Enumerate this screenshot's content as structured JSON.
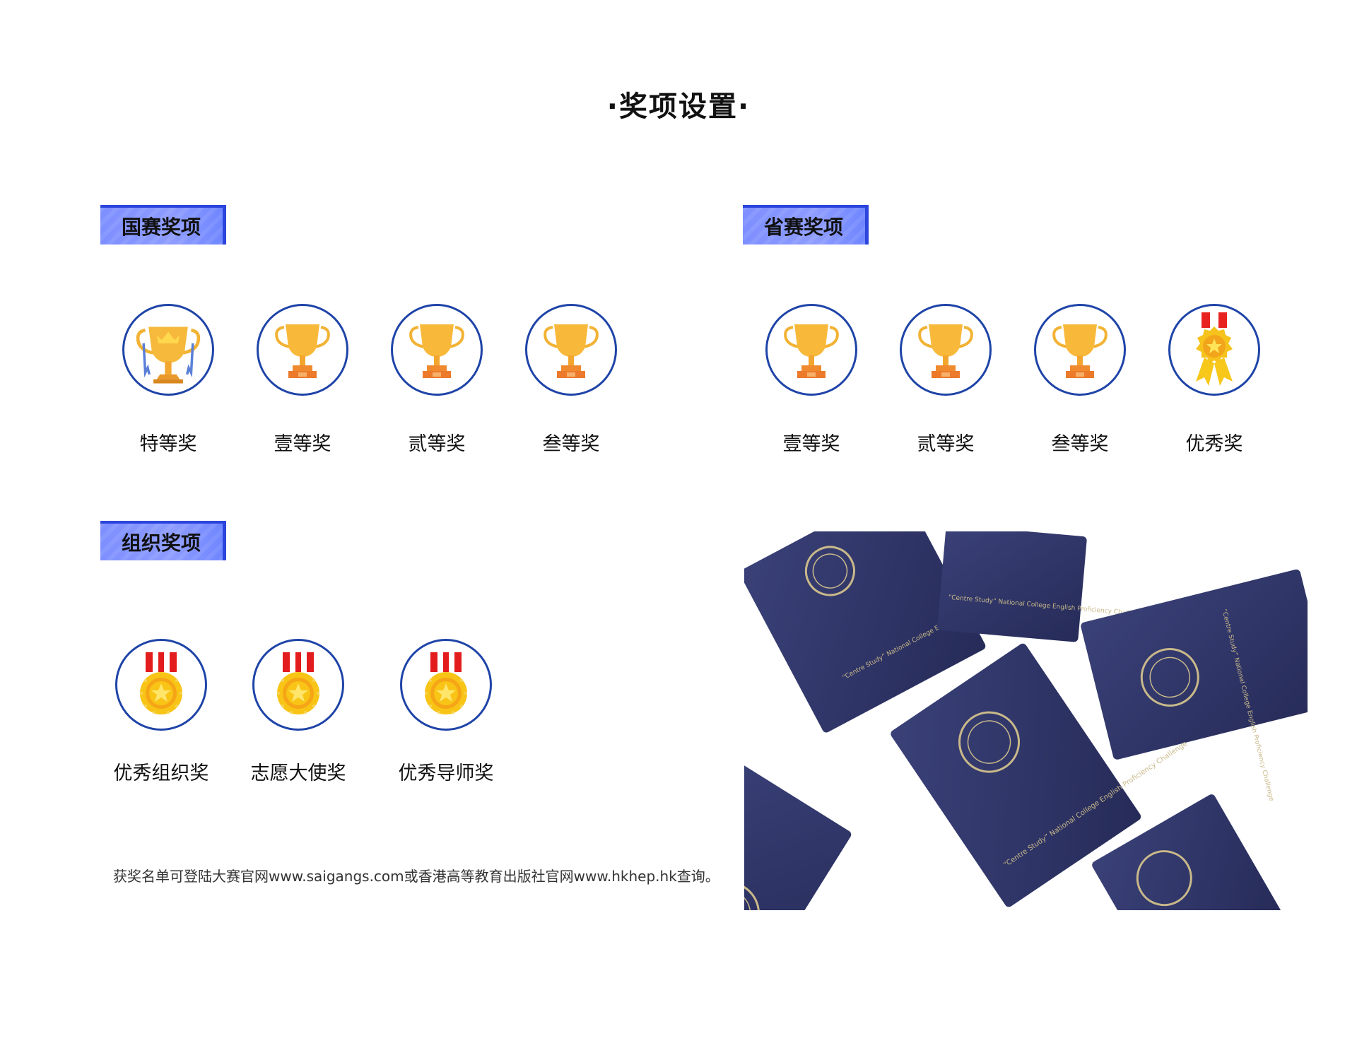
{
  "page": {
    "title": "·奖项设置·"
  },
  "sections": {
    "national": {
      "tag": "国赛奖项",
      "awards": [
        "特等奖",
        "壹等奖",
        "贰等奖",
        "叁等奖"
      ]
    },
    "provincial": {
      "tag": "省赛奖项",
      "awards": [
        "壹等奖",
        "贰等奖",
        "叁等奖",
        "优秀奖"
      ]
    },
    "organization": {
      "tag": "组织奖项",
      "awards": [
        "优秀组织奖",
        "志愿大使奖",
        "优秀导师奖"
      ]
    }
  },
  "note": "获奖名单可登陆大赛官网www.saigangs.com或香港高等教育出版社官网www.hkhep.hk查询。",
  "booklet_text": "“Centre Study” National College English Proficiency Challenge",
  "colors": {
    "accent": "#2c45dd",
    "circle_border": "#1f44a8",
    "booklet": "#2e3466",
    "gold": "#f6b93b"
  },
  "icons": {
    "national": [
      "trophy-grand-icon",
      "trophy-icon",
      "trophy-icon",
      "trophy-icon"
    ],
    "provincial": [
      "trophy-icon",
      "trophy-icon",
      "trophy-icon",
      "ribbon-medal-icon"
    ],
    "organization": [
      "medal-icon",
      "medal-icon",
      "medal-icon"
    ]
  }
}
